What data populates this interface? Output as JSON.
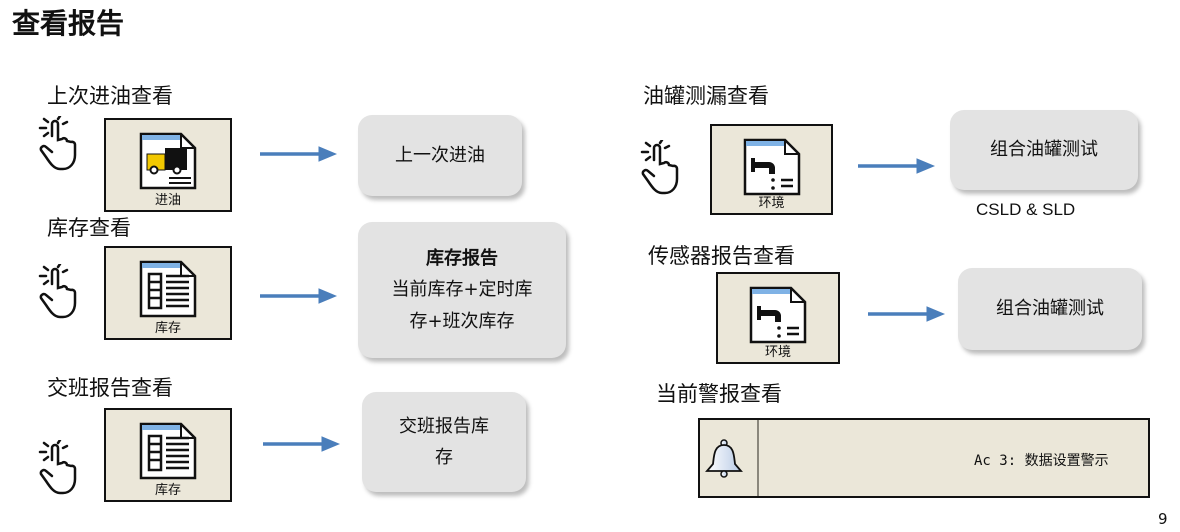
{
  "title": "查看报告",
  "page_number": "9",
  "colors": {
    "arrow": "#4a7ebb",
    "panel": "#ebe7d9",
    "box": "#e3e3e3"
  },
  "sections": [
    {
      "heading": "上次进油查看",
      "panel_label": "进油",
      "icon": "delivery-truck-report-icon",
      "result": [
        "上一次进油"
      ]
    },
    {
      "heading": "库存查看",
      "panel_label": "库存",
      "icon": "inventory-report-icon",
      "result": [
        "库存报告",
        "当前库存+定时库",
        "存+班次库存"
      ]
    },
    {
      "heading": "交班报告查看",
      "panel_label": "库存",
      "icon": "inventory-report-icon",
      "result": [
        "交班报告库",
        "存"
      ]
    },
    {
      "heading": "油罐测漏查看",
      "panel_label": "环境",
      "icon": "faucet-report-icon",
      "result": [
        "组合油罐测试"
      ],
      "note": "CSLD & SLD"
    },
    {
      "heading": "传感器报告查看",
      "panel_label": "环境",
      "icon": "faucet-report-icon",
      "result": [
        "组合油罐测试"
      ]
    }
  ],
  "alarm": {
    "heading": "当前警报查看",
    "message": "Ac 3: 数据设置警示",
    "icon": "bell-icon"
  }
}
